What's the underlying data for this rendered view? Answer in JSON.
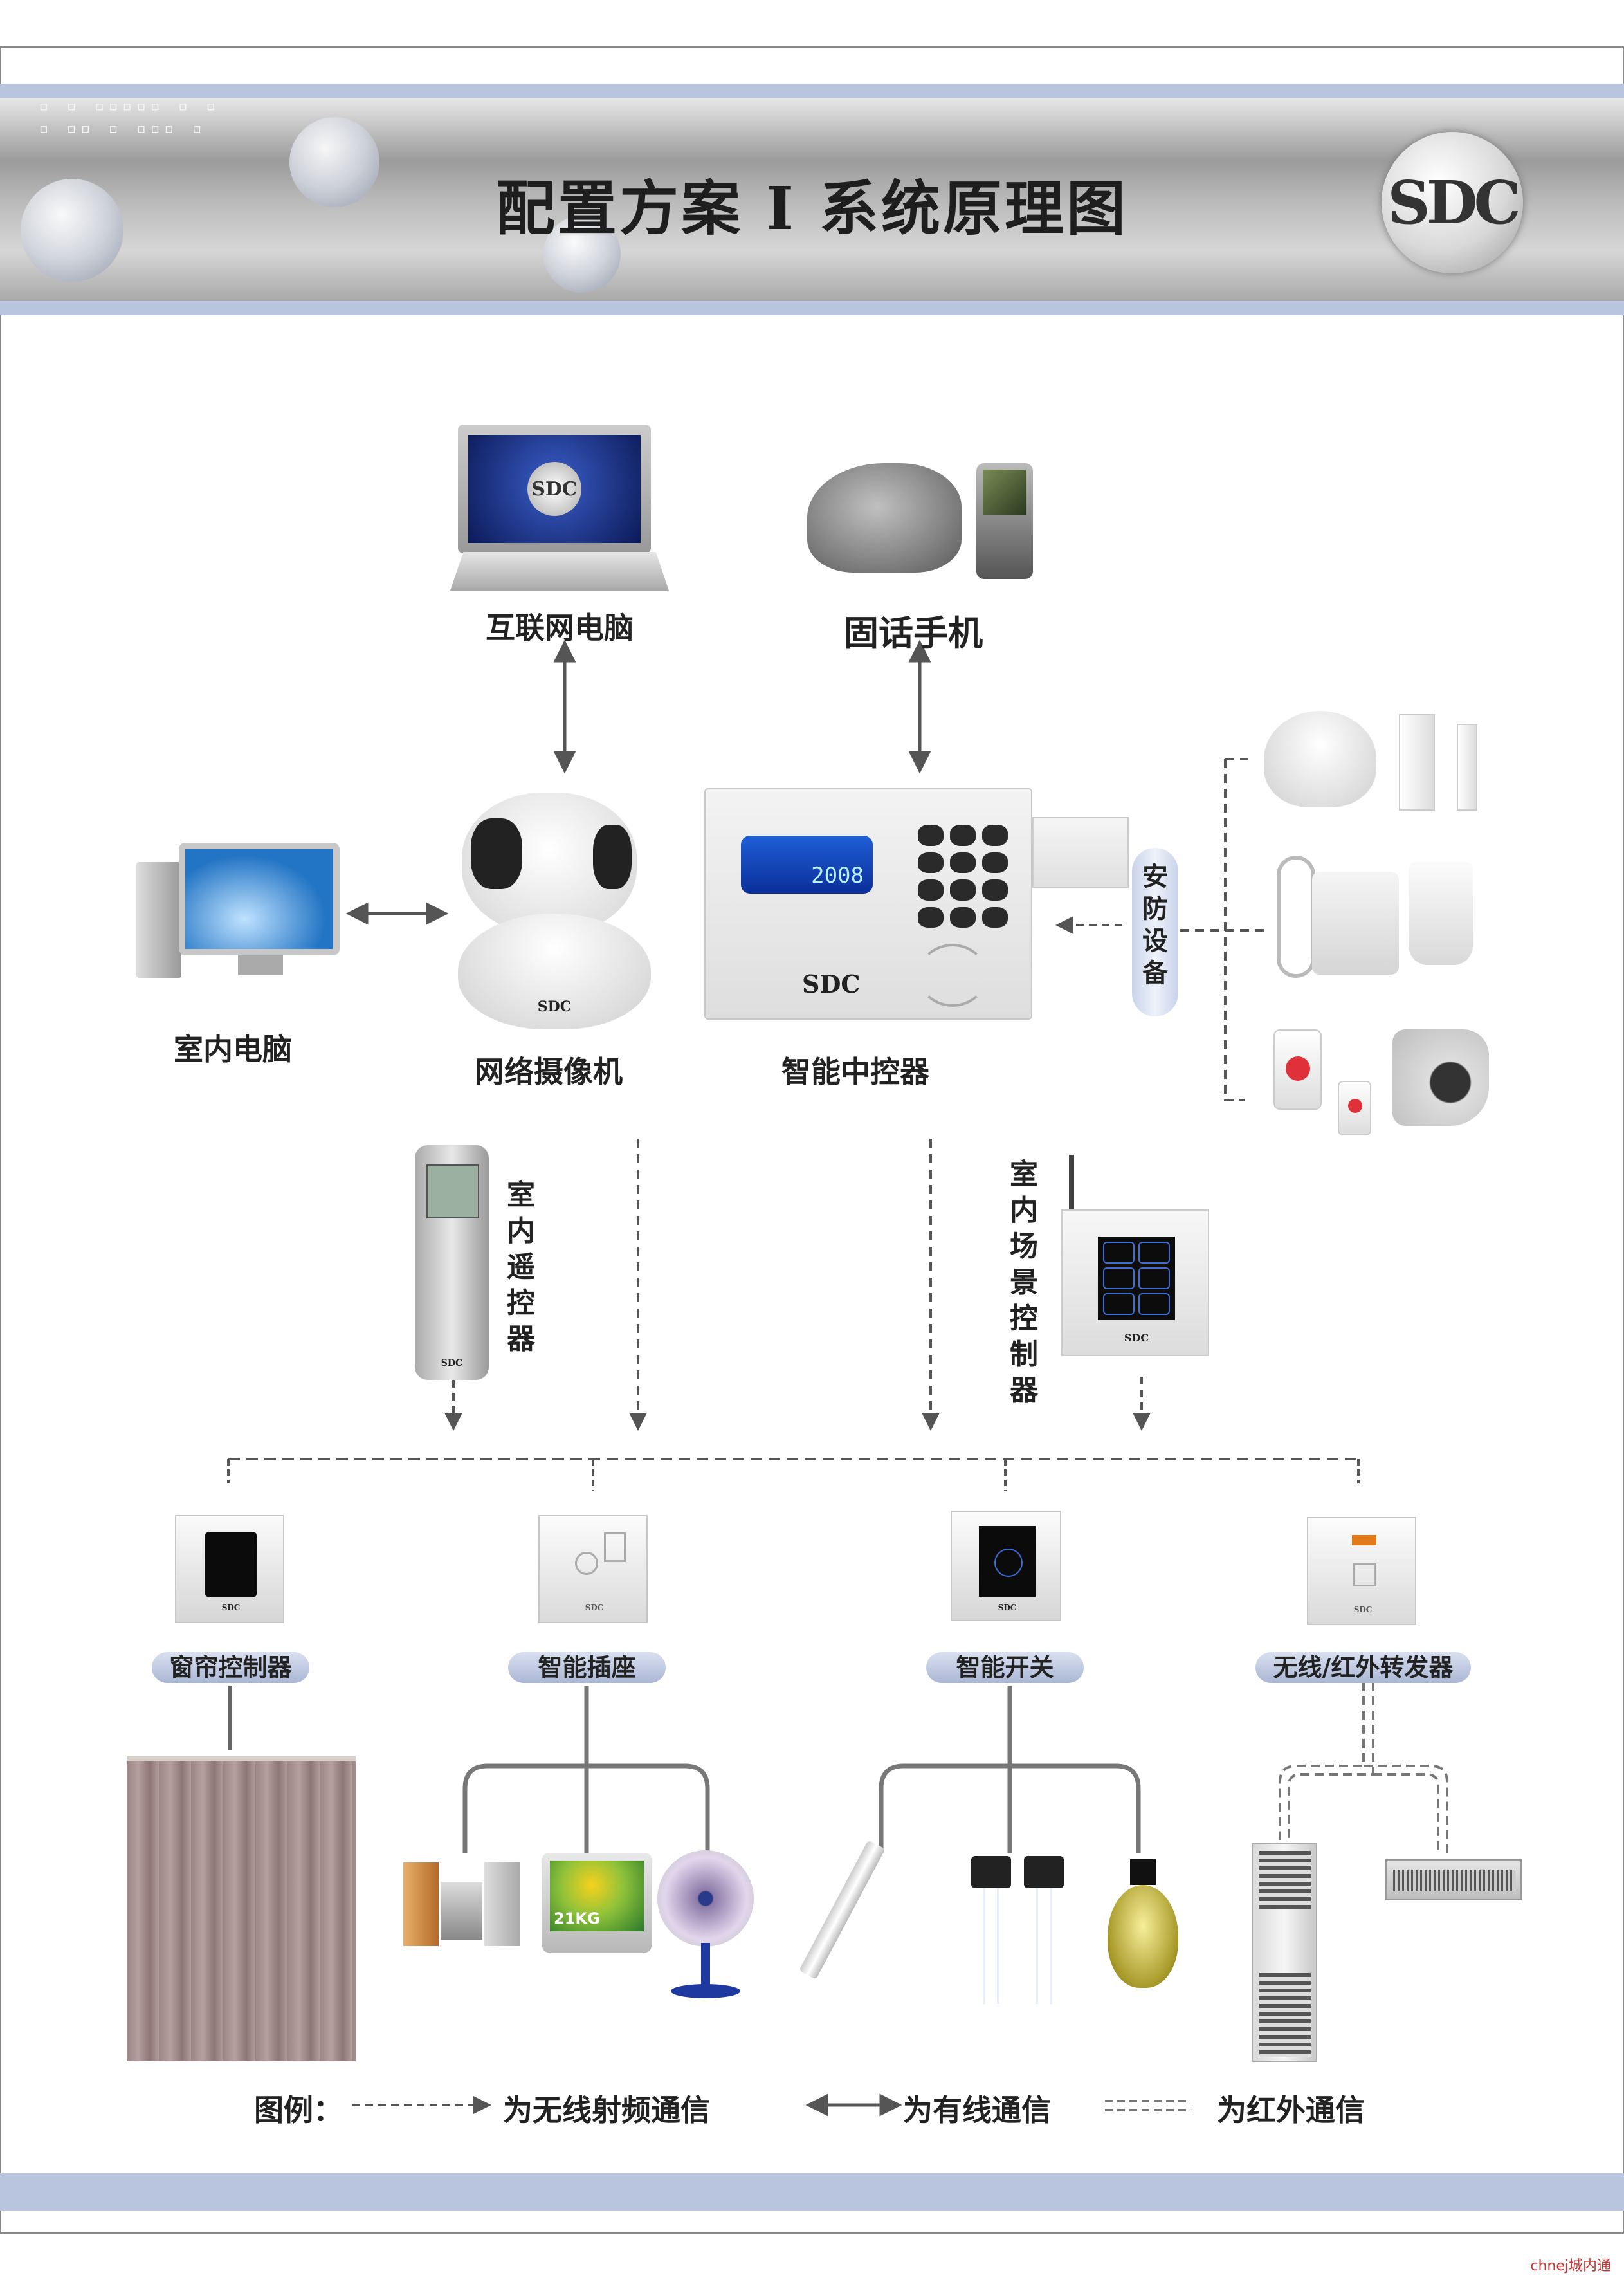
{
  "header": {
    "title": "配置方案 I 系统原理图",
    "logo_text": "SDC"
  },
  "devices": {
    "laptop": {
      "label": "互联网电脑",
      "screen_logo": "SDC"
    },
    "phone": {
      "label": "固话手机"
    },
    "indoor_pc": {
      "label": "室内电脑"
    },
    "camera": {
      "label": "网络摄像机",
      "brand": "SDC"
    },
    "controller": {
      "label": "智能中控器",
      "brand": "SDC",
      "lcd_text": "2008"
    },
    "security": {
      "label": "安防设备"
    },
    "remote": {
      "label": "室内遥控器",
      "brand": "SDC"
    },
    "scene": {
      "label": "室内场景控制器",
      "brand": "SDC"
    }
  },
  "endpoints": [
    {
      "label": "窗帘控制器",
      "brand": "SDC"
    },
    {
      "label": "智能插座",
      "brand": "SDC"
    },
    {
      "label": "智能开关",
      "brand": "SDC"
    },
    {
      "label": "无线/红外转发器",
      "brand": "SDC"
    }
  ],
  "appliances": {
    "tv_text": "21KG"
  },
  "legend": {
    "prefix": "图例：",
    "rf": "为无线射频通信",
    "wired": "为有线通信",
    "ir": "为红外通信"
  },
  "watermark": "chnej城内通"
}
